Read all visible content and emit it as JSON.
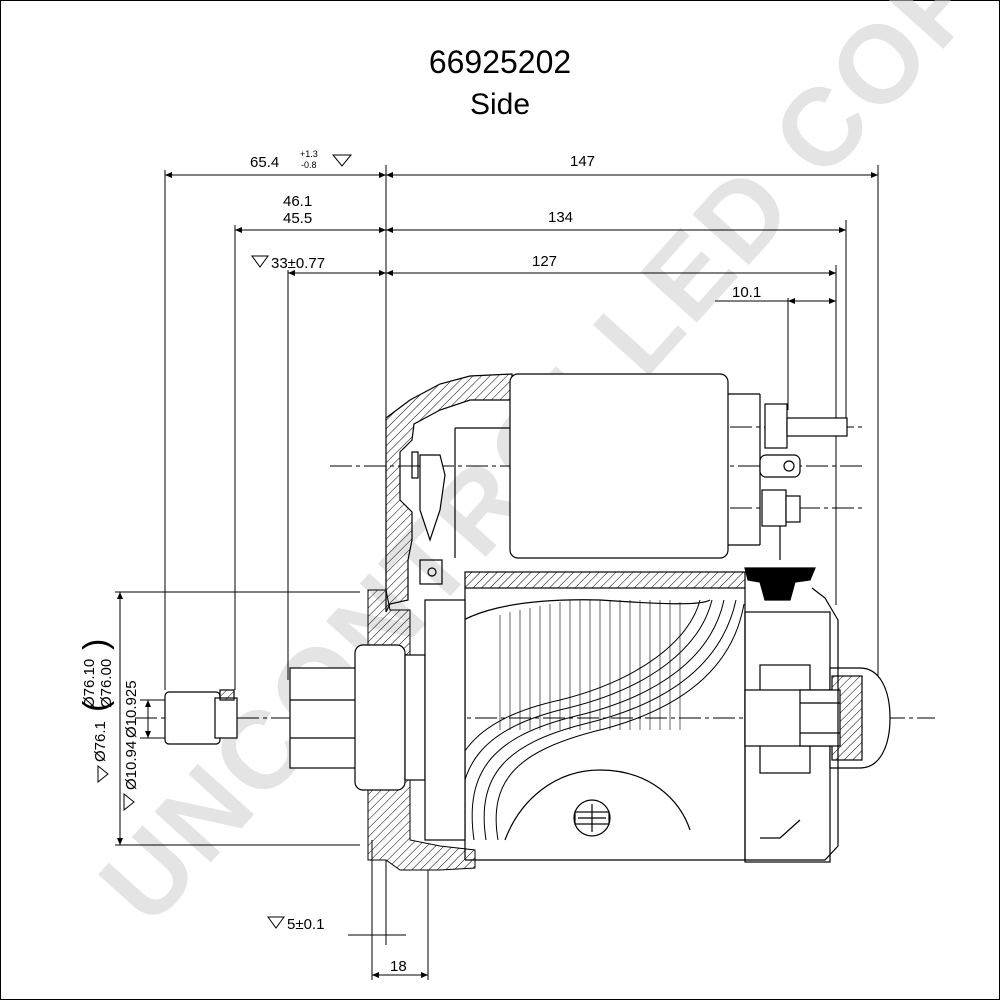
{
  "drawing": {
    "part_number": "66925202",
    "view": "Side",
    "watermark": "UNCONTROLLED COPY"
  },
  "dimensions": {
    "d65_4": "65.4",
    "d65_4_tol_plus": "+1.3",
    "d65_4_tol_minus": "-0.8",
    "d147": "147",
    "d46_1": "46.1",
    "d45_5": "45.5",
    "d134": "134",
    "d33": "33±0.77",
    "d127": "127",
    "d10_1": "10.1",
    "d76_1": "Ø76.1",
    "d76_10": "Ø76.10",
    "d76_00": "Ø76.00",
    "d10_94": "Ø10.94",
    "d10_925": "Ø10.925",
    "d5": "5±0.1",
    "d18": "18"
  }
}
